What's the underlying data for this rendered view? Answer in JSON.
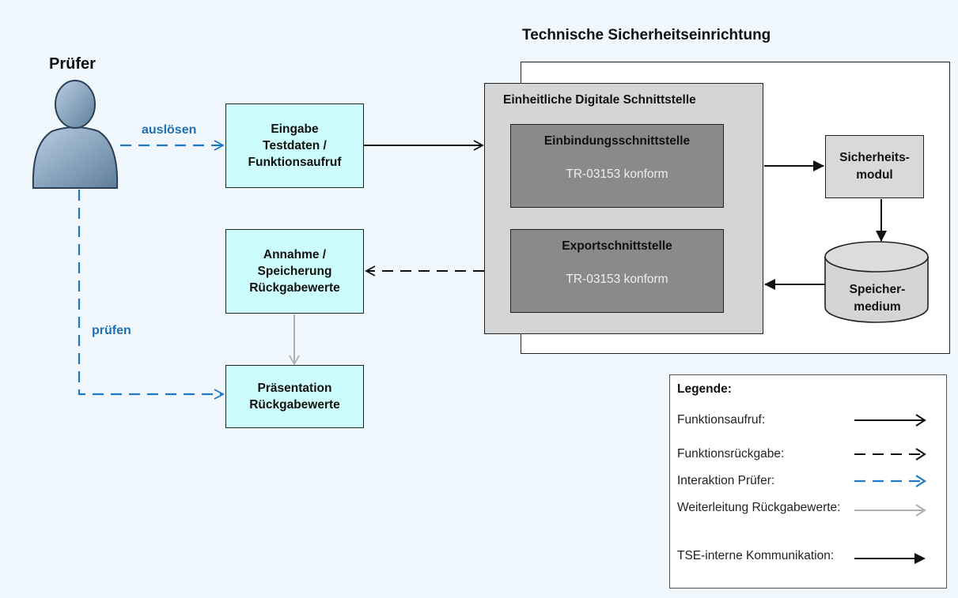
{
  "diagram": {
    "title": "Technische Sicherheitseinrichtung",
    "actor": {
      "label": "Prüfer"
    },
    "edge_labels": {
      "trigger": "auslösen",
      "check": "prüfen"
    },
    "boxes": {
      "input": {
        "lines": [
          "Eingabe",
          "Testdaten /",
          "Funktionsaufruf"
        ]
      },
      "receive": {
        "lines": [
          "Annahme /",
          "Speicherung",
          "Rückgabewerte"
        ]
      },
      "present": {
        "lines": [
          "Präsentation",
          "Rückgabewerte"
        ]
      },
      "unified_interface": {
        "title": "Einheitliche Digitale Schnittstelle"
      },
      "integration_interface": {
        "title": "Einbindungsschnittstelle",
        "subtitle": "TR-03153 konform"
      },
      "export_interface": {
        "title": "Exportschnittstelle",
        "subtitle": "TR-03153 konform"
      },
      "security_module": {
        "lines": [
          "Sicherheits-",
          "modul"
        ]
      },
      "storage_medium": {
        "lines": [
          "Speicher-",
          "medium"
        ]
      }
    },
    "legend": {
      "title": "Legende:",
      "items": [
        {
          "label": "Funktionsaufruf:",
          "style": "solid",
          "color": "#000000"
        },
        {
          "label": "Funktionsrückgabe:",
          "style": "dashed",
          "color": "#000000"
        },
        {
          "label": "Interaktion Prüfer:",
          "style": "dashed",
          "color": "#1f78c8"
        },
        {
          "label": "Weiterleitung Rückgabewerte:",
          "style": "solid",
          "color": "#b0b0b0"
        },
        {
          "label": "TSE-interne Kommunikation:",
          "style": "solid-filled-arrow",
          "color": "#000000"
        }
      ]
    },
    "colors": {
      "background": "#f0f7fd",
      "user_box_fill": "#ccfcfc",
      "interface_fill": "#d5d5d5",
      "inner_interface_fill": "#8a8a8a",
      "interaction_blue": "#1f78c8",
      "forward_gray": "#b0b0b0"
    }
  }
}
